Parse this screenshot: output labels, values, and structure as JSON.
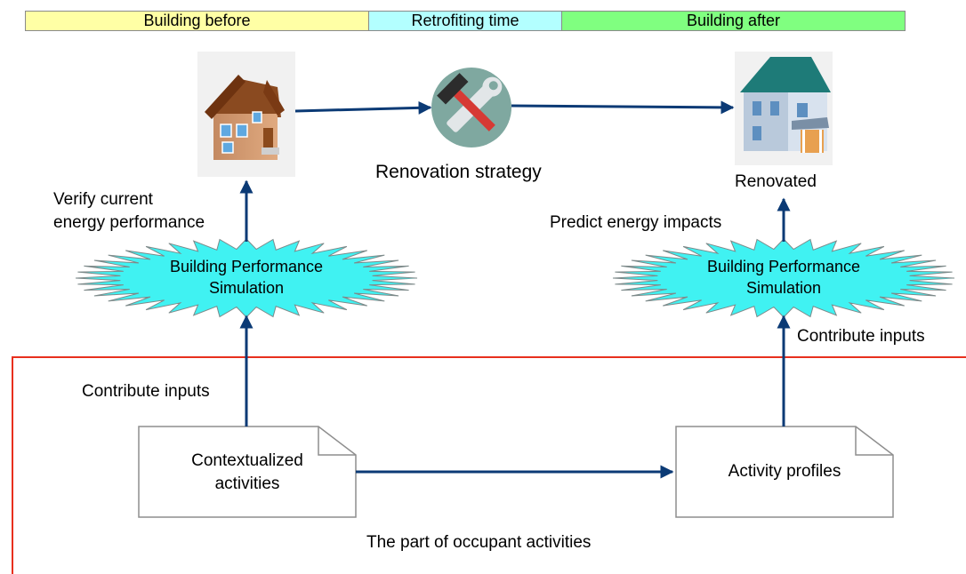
{
  "colors": {
    "band_before": "#ffffa5",
    "band_retrofit": "#b3ffff",
    "band_after": "#80ff80",
    "arrow": "#0b3a75",
    "star_fill": "#40f2f2",
    "boundary": "#e8301e"
  },
  "timeline": {
    "before": "Building before",
    "retrofit": "Retrofiting time",
    "after": "Building after"
  },
  "nodes": {
    "house_before_icon": "house-icon",
    "renovation_icon": "tools-icon",
    "renovation_label": "Renovation strategy",
    "house_after_icon": "renovated-house-icon",
    "renovated_label": "Renovated",
    "bps_left": [
      "Building Performance",
      "Simulation"
    ],
    "bps_right": [
      "Building Performance",
      "Simulation"
    ],
    "doc_left": [
      "Contextualized",
      "activities"
    ],
    "doc_right": "Activity profiles"
  },
  "edges": {
    "verify": [
      "Verify current",
      "energy performance"
    ],
    "predict": "Predict energy impacts",
    "contribute_left": "Contribute inputs",
    "contribute_right": "Contribute inputs"
  },
  "region_label": "The part of occupant activities"
}
